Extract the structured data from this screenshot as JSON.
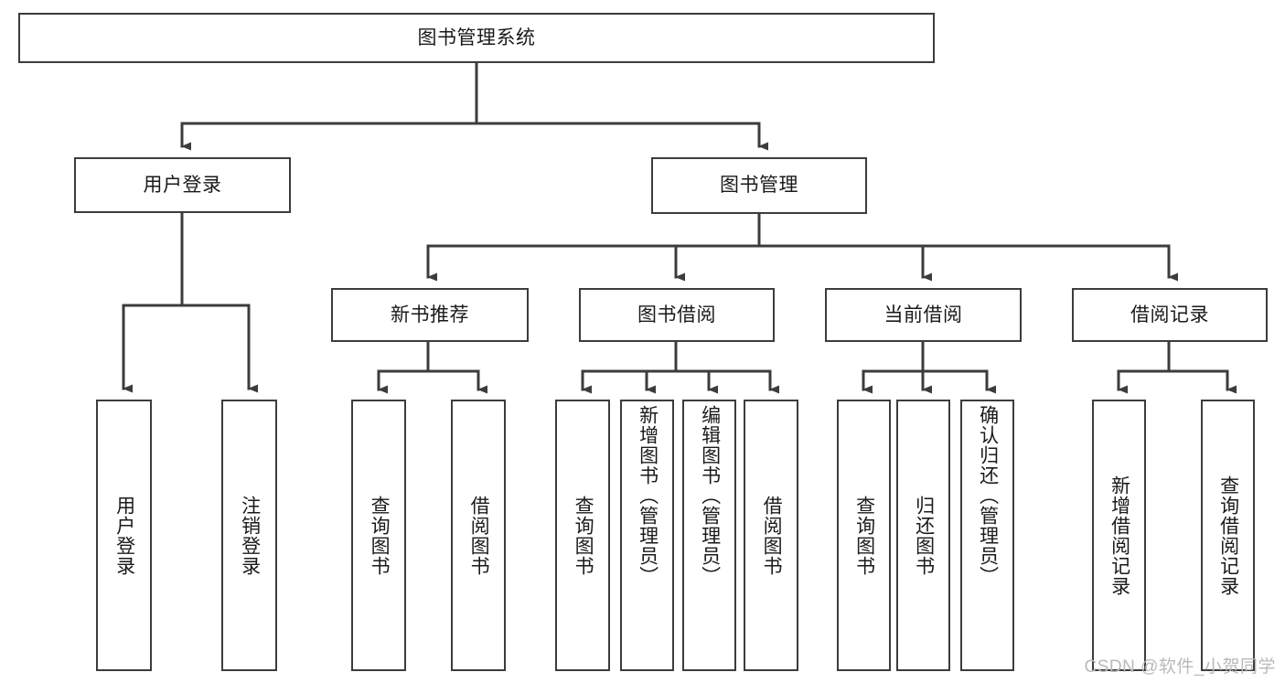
{
  "diagram": {
    "title": "图书管理系统",
    "type": "tree-hierarchy",
    "colors": {
      "background": "#ffffff",
      "stroke": "#3c3c3c",
      "text": "#1a1a1a",
      "watermark": "#b9b9b9"
    },
    "watermark": "CSDN @软件_小贺同学",
    "root": {
      "label": "图书管理系统"
    },
    "level2": [
      {
        "label": "用户登录"
      },
      {
        "label": "图书管理"
      }
    ],
    "level3": [
      {
        "label": "新书推荐"
      },
      {
        "label": "图书借阅"
      },
      {
        "label": "当前借阅"
      },
      {
        "label": "借阅记录"
      }
    ],
    "leaves": {
      "user_login": [
        {
          "label": "用户登录"
        },
        {
          "label": "注销登录"
        }
      ],
      "new_book_recommend": [
        {
          "label": "查询图书"
        },
        {
          "label": "借阅图书"
        }
      ],
      "book_borrow": [
        {
          "label": "查询图书"
        },
        {
          "label": "新增图书（管理员）"
        },
        {
          "label": "编辑图书（管理员）"
        },
        {
          "label": "借阅图书"
        }
      ],
      "current_borrow": [
        {
          "label": "查询图书"
        },
        {
          "label": "归还图书"
        },
        {
          "label": "确认归还（管理员）"
        }
      ],
      "borrow_record": [
        {
          "label": "新增借阅记录"
        },
        {
          "label": "查询借阅记录"
        }
      ]
    }
  }
}
